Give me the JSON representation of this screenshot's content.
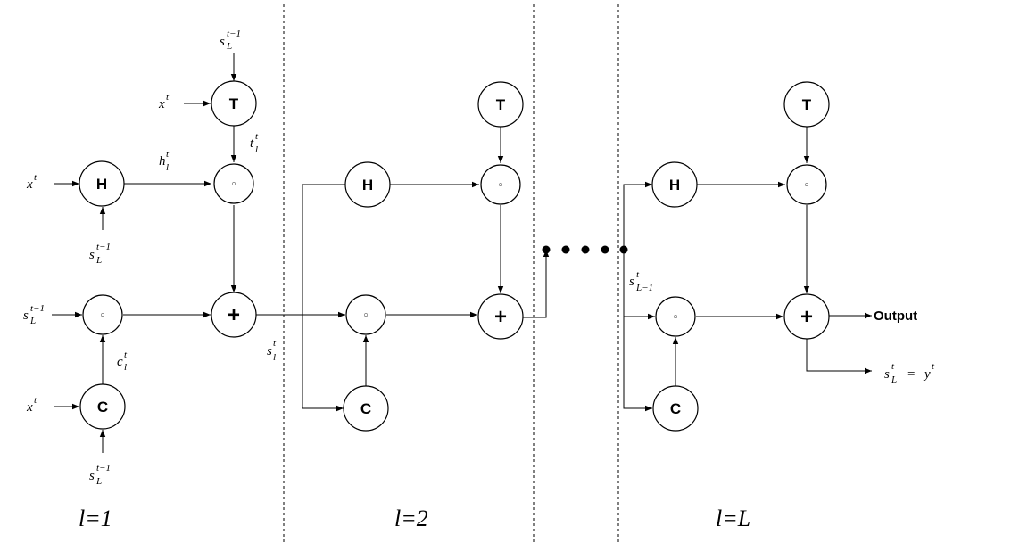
{
  "nodes": {
    "transform": "T",
    "hidden": "H",
    "carry": "C",
    "product": "◦",
    "sum": "+"
  },
  "vars": {
    "x": "x",
    "s": "s",
    "h": "h",
    "t": "t",
    "c": "c",
    "y": "y",
    "sup_t": "t",
    "sup_t_minus_1": "t−1",
    "sub_L": "L",
    "sub_l": "l",
    "sub_L_minus_1": "L−1",
    "equals": "="
  },
  "output_label": "Output",
  "layer_labels": [
    "l=1",
    "l=2",
    "l=L"
  ]
}
